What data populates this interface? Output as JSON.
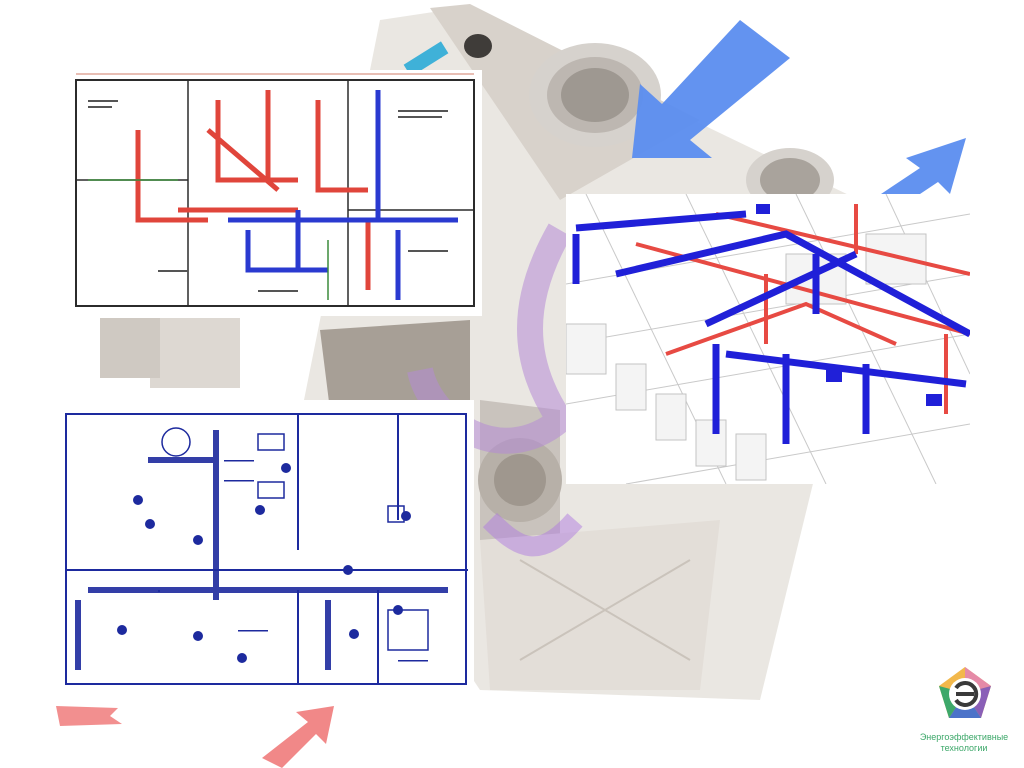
{
  "brand": {
    "line1": "Энергоэффективные",
    "line2": "технологии",
    "colors": {
      "green": "#3da86a",
      "pink": "#e58aa7",
      "purple": "#8a5fb7",
      "orange": "#f2b84b",
      "blue": "#4c73c9"
    }
  },
  "graphics": {
    "background_unit": "ventilation-heat-recovery-unit",
    "arrow_colors": {
      "supply": "#5b8def",
      "exhaust": "#f07b7b",
      "flow": "#b58ad6"
    },
    "plan_colors": {
      "red_duct": "#e0453b",
      "blue_duct": "#2a3ad0",
      "line": "#1d2a6e"
    }
  }
}
